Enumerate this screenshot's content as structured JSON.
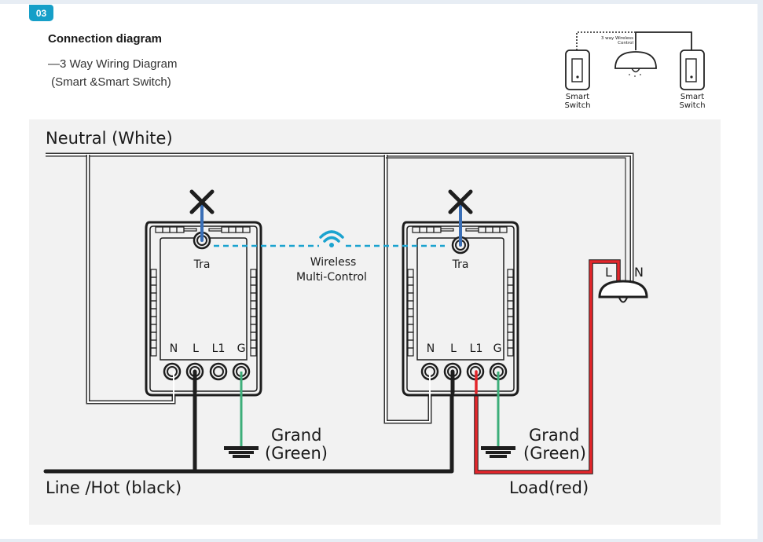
{
  "section": {
    "number": "03",
    "title": "Connection diagram",
    "subtitle_lines": [
      "—3 Way Wiring Diagram",
      " (Smart &Smart Switch)"
    ]
  },
  "mini_diagram": {
    "wireless_label_lines": [
      "3 way Wireless",
      "Control"
    ],
    "left_switch_label_lines": [
      "Smart",
      "Switch"
    ],
    "right_switch_label_lines": [
      "Smart",
      "Switch"
    ]
  },
  "diagram": {
    "neutral_label": "Neutral (White)",
    "line_label": "Line /Hot (black)",
    "load_label": "Load(red)",
    "wireless_label_lines": [
      "Wireless",
      "Multi-Control"
    ],
    "lamp_terminals": {
      "live": "L",
      "neutral": "N"
    },
    "switches": [
      {
        "traveler_label": "Tra",
        "terminals": [
          "N",
          "L",
          "L1",
          "G"
        ],
        "ground_label_lines": [
          "Grand",
          "(Green)"
        ]
      },
      {
        "traveler_label": "Tra",
        "terminals": [
          "N",
          "L",
          "L1",
          "G"
        ],
        "ground_label_lines": [
          "Grand",
          "(Green)"
        ]
      }
    ]
  },
  "colors": {
    "badge": "#169fc8",
    "traveler_wire": "#3a6fb7",
    "wireless": "#1ba3cf",
    "ground_wire": "#3dae7a",
    "load_wire": "#e3262b",
    "line_wire": "#1e1e1e",
    "neutral_wire": "#ffffff"
  }
}
